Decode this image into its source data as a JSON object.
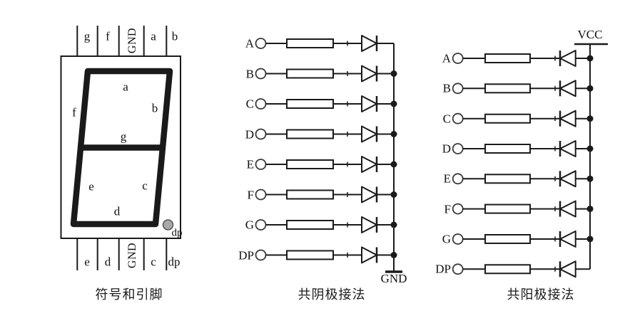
{
  "display": {
    "caption": "符号和引脚",
    "top_pins": [
      "g",
      "f",
      "GND",
      "a",
      "b"
    ],
    "bottom_pins": [
      "e",
      "d",
      "GND",
      "c",
      "dp"
    ],
    "segment_labels": {
      "a": "a",
      "b": "b",
      "c": "c",
      "d": "d",
      "e": "e",
      "f": "f",
      "g": "g",
      "dp": "dp"
    }
  },
  "common_cathode": {
    "caption": "共阴极接法",
    "inputs": [
      "A",
      "B",
      "C",
      "D",
      "E",
      "F",
      "G",
      "DP"
    ],
    "rail_label": "GND"
  },
  "common_anode": {
    "caption": "共阳极接法",
    "inputs": [
      "A",
      "B",
      "C",
      "D",
      "E",
      "F",
      "G",
      "DP"
    ],
    "rail_label": "VCC"
  },
  "colors": {
    "ink": "#1a1a1a",
    "dp_dot_fill": "#a8a8a8"
  }
}
